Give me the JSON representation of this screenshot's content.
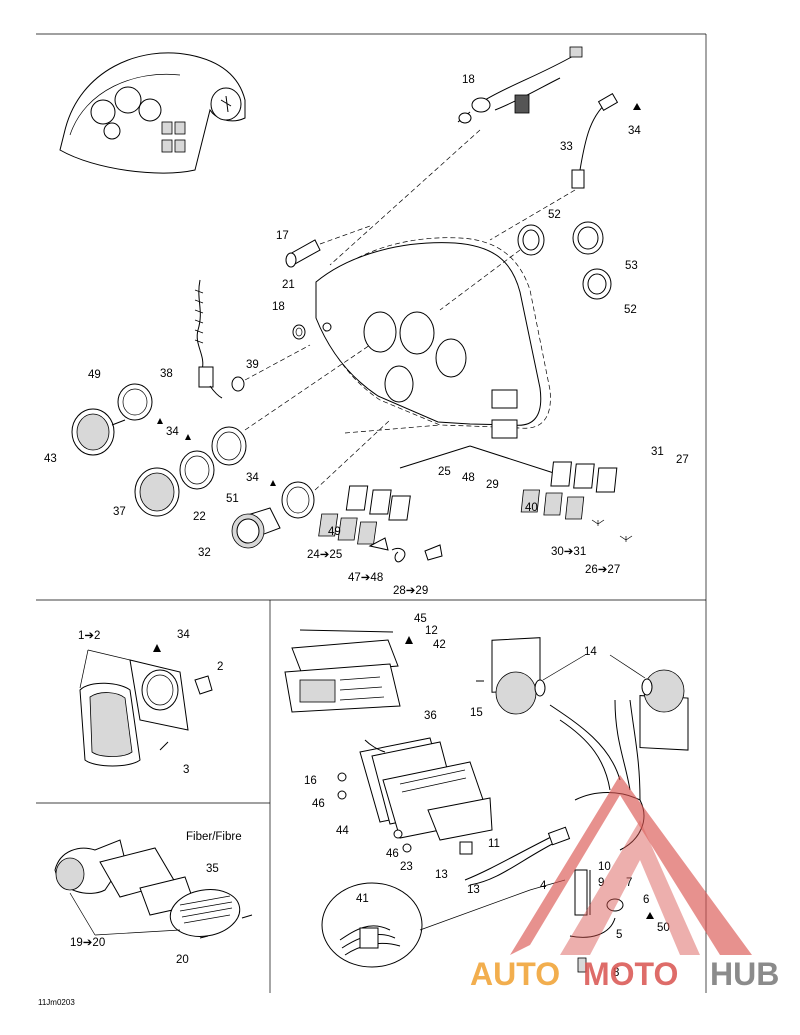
{
  "diagram": {
    "code": "11Jm0203",
    "watermark": {
      "part1": "AUTO",
      "part2": "MOTO",
      "part3": "HUB",
      "color_red": "#d9534f",
      "color_orange": "#f0a030",
      "color_grey": "#777777"
    },
    "labels": {
      "l18a": "18",
      "l34a": "34",
      "l33": "33",
      "l17": "17",
      "l52a": "52",
      "l53": "53",
      "l21": "21",
      "l52b": "52",
      "l18b": "18",
      "l38": "38",
      "l39": "39",
      "l49a": "49",
      "l34b": "34",
      "l43": "43",
      "l37": "37",
      "l22": "22",
      "l51": "51",
      "l34c": "34",
      "l49b": "49",
      "l32": "32",
      "l25": "25",
      "l48": "48",
      "l29": "29",
      "l31": "31",
      "l27": "27",
      "l40": "40",
      "l24": "24➔25",
      "l47": "47➔48",
      "l28": "28➔29",
      "l30": "30➔31",
      "l26": "26➔27",
      "l1": "1➔2",
      "l34d": "34",
      "l2": "2",
      "l3": "3",
      "fiber": "Fiber/Fibre",
      "l35": "35",
      "l19": "19➔20",
      "l20": "20",
      "l45": "45",
      "l12": "12",
      "l42": "42",
      "l36": "36",
      "l14": "14",
      "l15": "15",
      "l16": "16",
      "l46a": "46",
      "l44": "44",
      "l46b": "46",
      "l23": "23",
      "l11": "11",
      "l13a": "13",
      "l13b": "13",
      "l4": "4",
      "l41": "41",
      "l10": "10",
      "l9": "9",
      "l7": "7",
      "l6": "6",
      "l50": "50",
      "l5": "5",
      "l8": "8"
    }
  }
}
